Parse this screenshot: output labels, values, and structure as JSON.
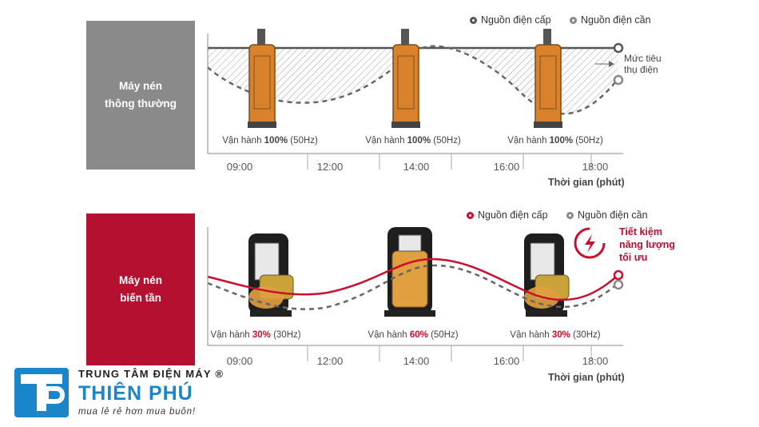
{
  "standard": {
    "title_line1": "Máy nén",
    "title_line2": "thông thường",
    "legend_supply": "Nguồn điện cấp",
    "legend_demand": "Nguồn điện cần",
    "callout_line1": "Mức tiêu",
    "callout_line2": "thụ điện",
    "ops": [
      {
        "prefix": "Vận hành ",
        "percent": "100%",
        "suffix": "  (50Hz)"
      },
      {
        "prefix": "Vận hành ",
        "percent": "100%",
        "suffix": "  (50Hz)"
      },
      {
        "prefix": "Vận hành ",
        "percent": "100%",
        "suffix": "  (50Hz)"
      }
    ],
    "ticks": [
      "09:00",
      "12:00",
      "14:00",
      "16:00",
      "18:00"
    ],
    "axis_title": "Thời gian (phút)",
    "colors": {
      "box": "#8a8a8a",
      "line": "#555555",
      "compressor": "#d9822b"
    }
  },
  "inverter": {
    "title_line1": "Máy nén",
    "title_line2": "biến tần",
    "legend_supply": "Nguồn điện cấp",
    "legend_demand": "Nguồn điện cần",
    "callout_line1": "Tiết kiệm",
    "callout_line2": "năng lượng",
    "callout_line3": "tối ưu",
    "ops": [
      {
        "prefix": "Vận hành ",
        "percent": "30%",
        "suffix": " (30Hz)"
      },
      {
        "prefix": "Vận hành ",
        "percent": "60%",
        "suffix": " (50Hz)"
      },
      {
        "prefix": "Vận hành ",
        "percent": "30%",
        "suffix": " (30Hz)"
      }
    ],
    "ticks": [
      "09:00",
      "12:00",
      "14:00",
      "16:00",
      "18:00"
    ],
    "axis_title": "Thời gian (phút)",
    "colors": {
      "box": "#b5102f",
      "line": "#c8102e",
      "compressor": "#e0a040"
    }
  },
  "brand": {
    "top": "TRUNG TÂM ĐIỆN MÁY ®",
    "name": "THIÊN PHÚ",
    "slogan": "mua lẻ rẻ hơn mua buôn!",
    "color": "#1a86c9"
  }
}
